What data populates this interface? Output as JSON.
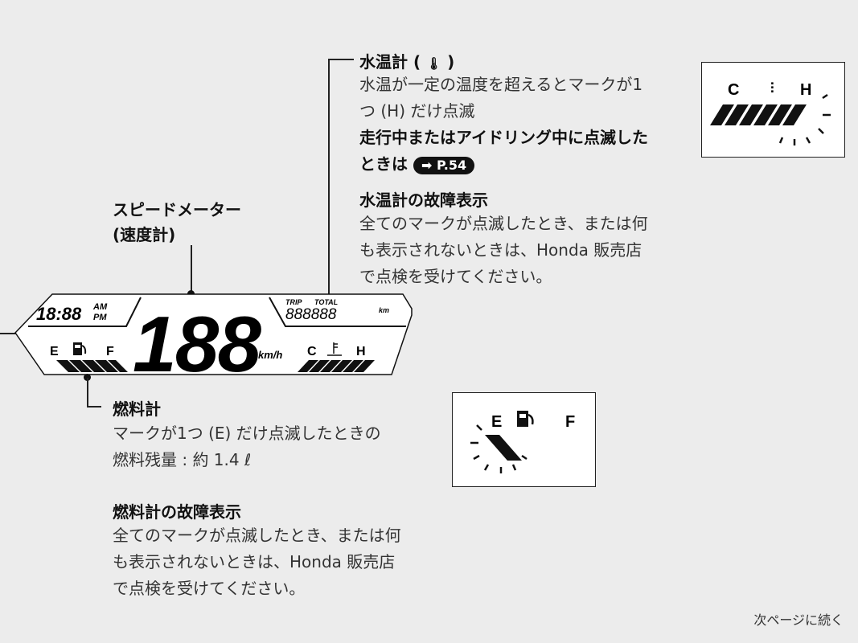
{
  "water_temp": {
    "heading": "水温計 (",
    "heading_close": ")",
    "desc": [
      "水温が一定の温度を超えるとマークが1",
      "つ (H) だけ点滅"
    ],
    "warning": [
      "走行中またはアイドリング中に点滅した",
      "ときは"
    ],
    "page_ref": "P.54",
    "fault_heading": "水温計の故障表示",
    "fault_desc": [
      "全てのマークが点滅したとき、または何",
      "も表示されないときは、Honda 販売店",
      "で点検を受けてください。"
    ]
  },
  "speedometer": {
    "label": "スピードメーター",
    "sublabel": "(速度計)"
  },
  "lcd": {
    "clock": "18:88",
    "am": "AM",
    "pm": "PM",
    "speed": "188",
    "speed_unit": "km/h",
    "trip": "TRIP",
    "total": "TOTAL",
    "odometer": "888888",
    "odo_unit": "km",
    "fuel_empty": "E",
    "fuel_full": "F",
    "temp_cold": "C",
    "temp_hot": "H"
  },
  "fuel": {
    "heading": "燃料計",
    "desc": [
      "マークが1つ (E) だけ点滅したときの",
      "燃料残量 : 約 1.4 ℓ"
    ],
    "fault_heading": "燃料計の故障表示",
    "fault_desc": [
      "全てのマークが点滅したとき、または何",
      "も表示されないときは、Honda 販売店",
      "で点検を受けてください。"
    ]
  },
  "footer": {
    "continued": "次ページに続く"
  }
}
